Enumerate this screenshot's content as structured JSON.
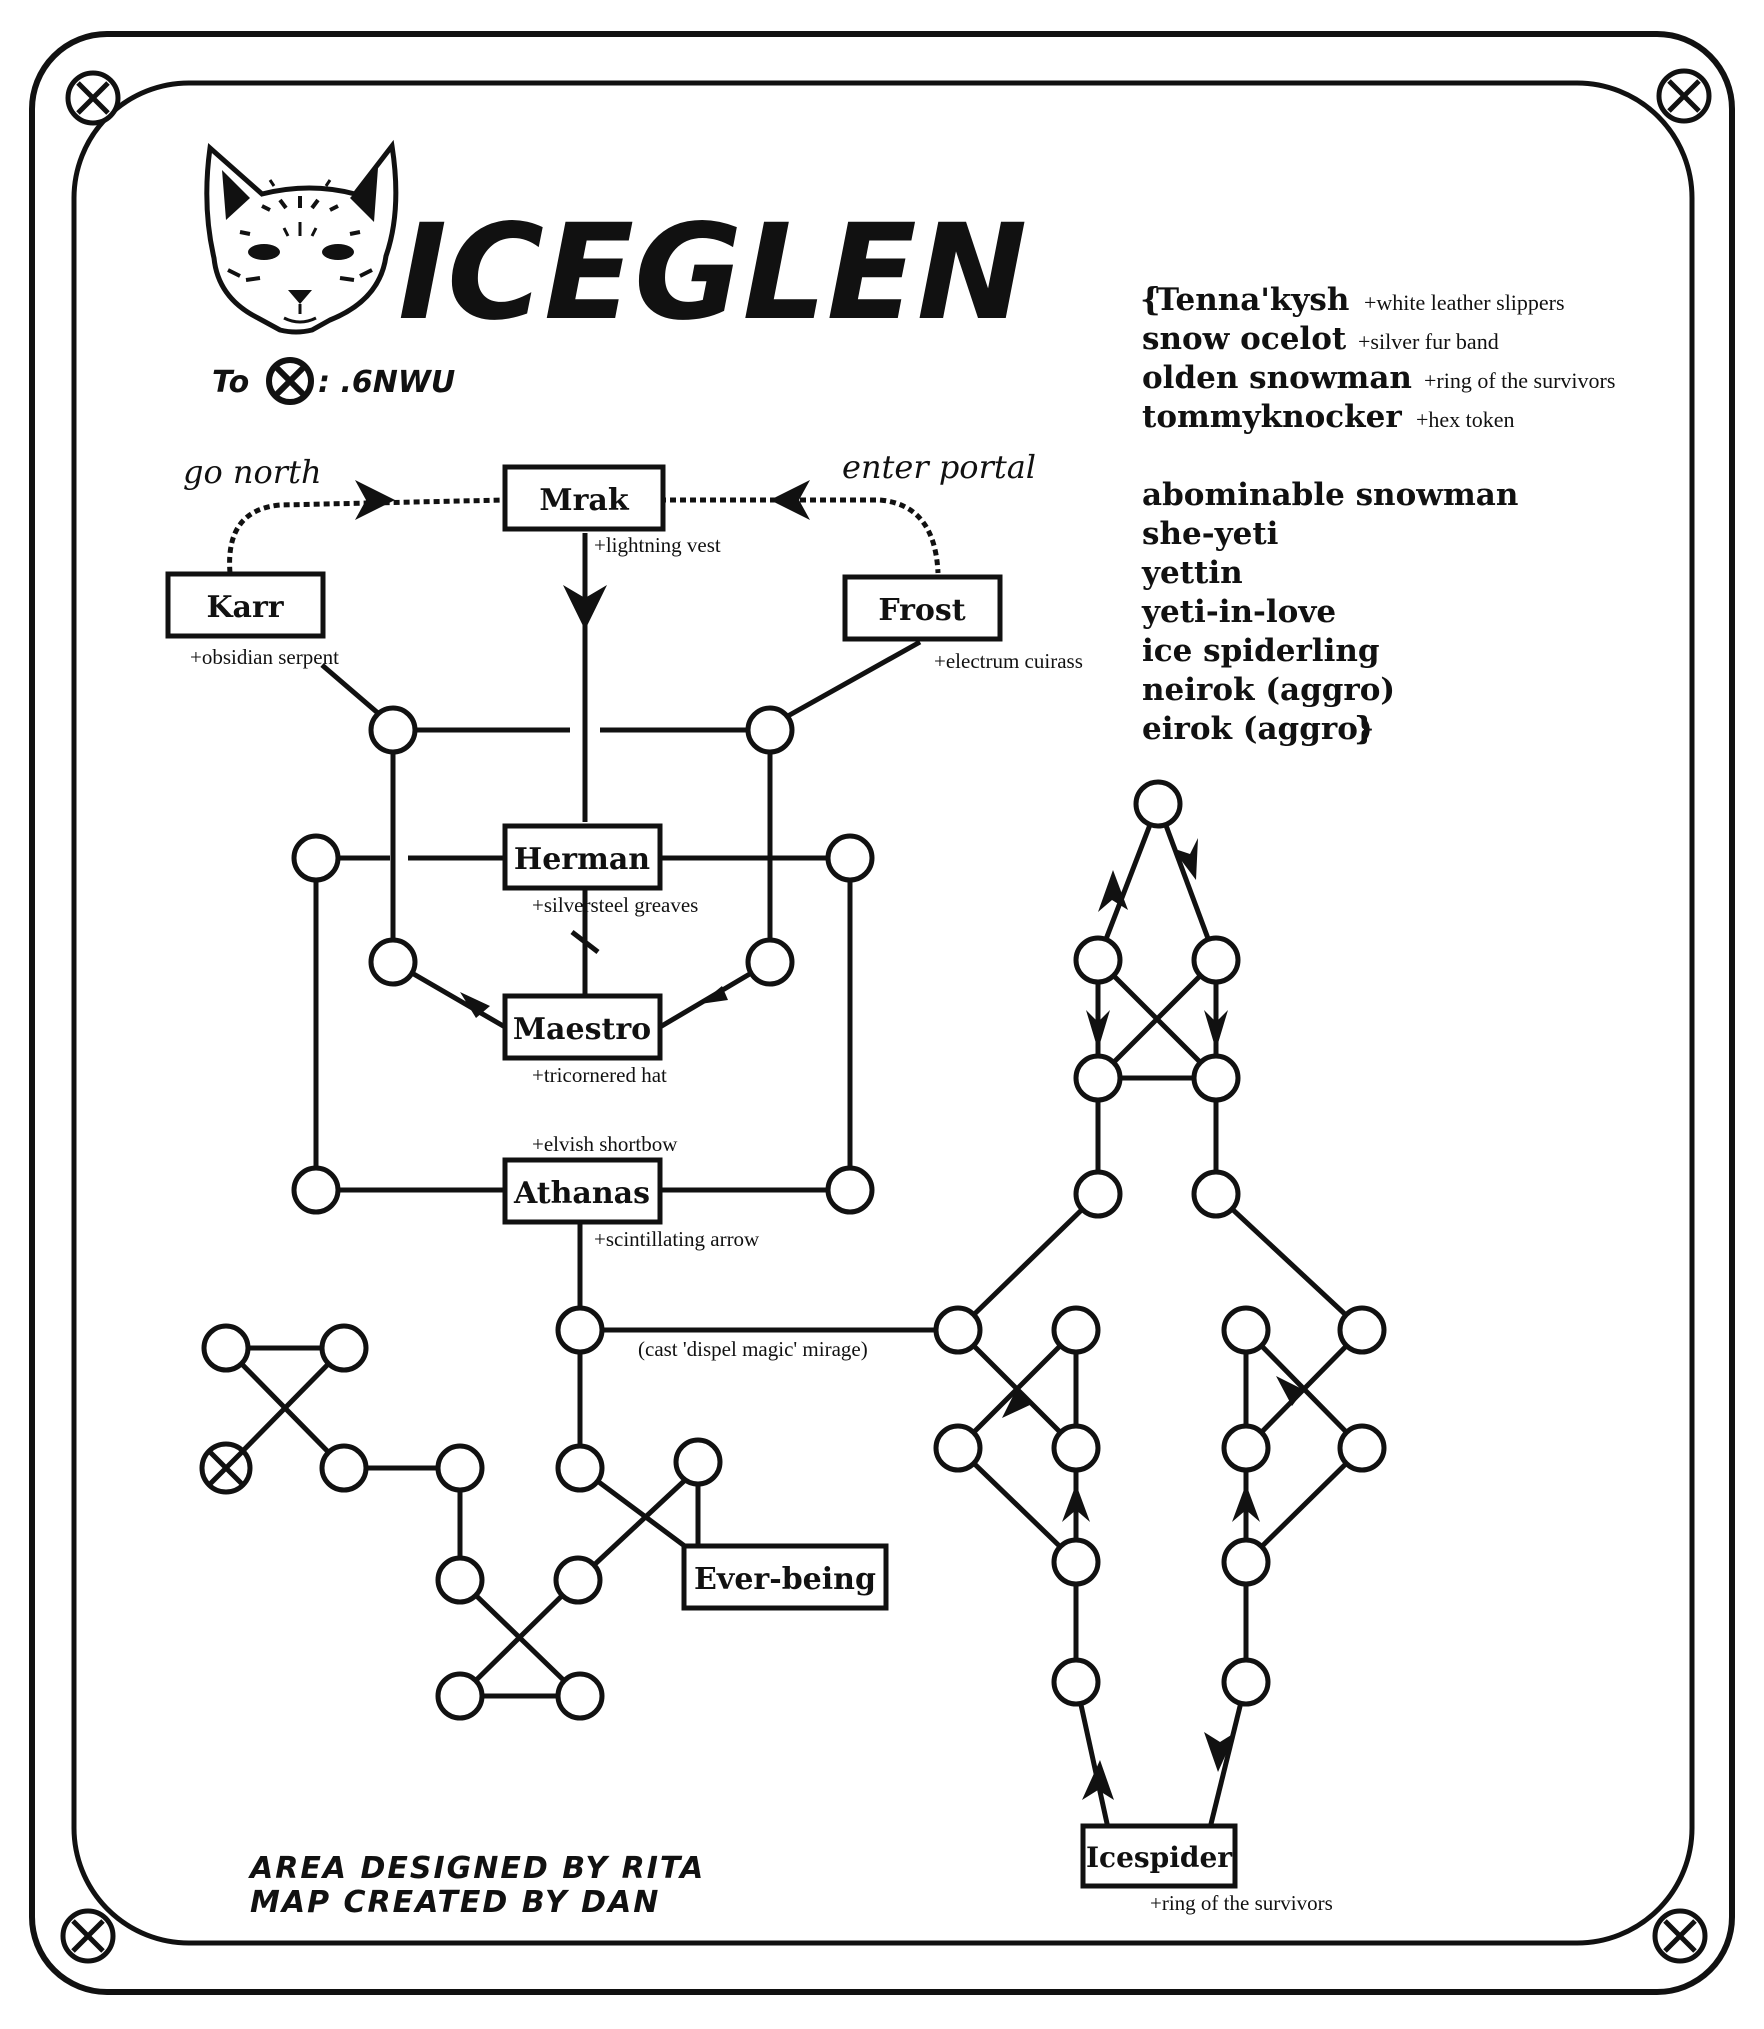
{
  "title": "ICEGLEN",
  "directions": {
    "prefix": "To",
    "suffix": ": .6NWU"
  },
  "exits": {
    "north": "go north",
    "portal": "enter portal"
  },
  "rooms": {
    "mrak": {
      "name": "Mrak",
      "item": "+lightning vest"
    },
    "karr": {
      "name": "Karr",
      "item": "+obsidian serpent"
    },
    "frost": {
      "name": "Frost",
      "item": "+electrum cuirass"
    },
    "herman": {
      "name": "Herman",
      "item": "+silversteel greaves"
    },
    "maestro": {
      "name": "Maestro",
      "item": "+tricornered hat"
    },
    "athanas": {
      "name": "Athanas",
      "item_above": "+elvish shortbow",
      "item_below": "+scintillating arrow"
    },
    "everbeing": {
      "name": "Ever-being"
    },
    "icespider": {
      "name": "Icespider",
      "item": "+ring of the survivors"
    }
  },
  "mirage_note": "(cast 'dispel magic' mirage)",
  "legend": {
    "open": "{",
    "close": "}",
    "named": [
      {
        "name": "Tenna'kysh",
        "item": "+white leather slippers"
      },
      {
        "name": "snow ocelot",
        "item": "+silver fur band"
      },
      {
        "name": "olden snowman",
        "item": "+ring of the survivors"
      },
      {
        "name": "tommyknocker",
        "item": "+hex token"
      }
    ],
    "monsters": [
      "abominable snowman",
      "she-yeti",
      "yettin",
      "yeti-in-love",
      "ice spiderling",
      "neirok (aggro)",
      "eirok (aggro)"
    ]
  },
  "credits": {
    "line1": "AREA DESIGNED BY RITA",
    "line2": "MAP CREATED BY DAN"
  },
  "icons": [
    "cat-head-logo",
    "x-circle-marker-icon",
    "corner-screw-icon"
  ]
}
